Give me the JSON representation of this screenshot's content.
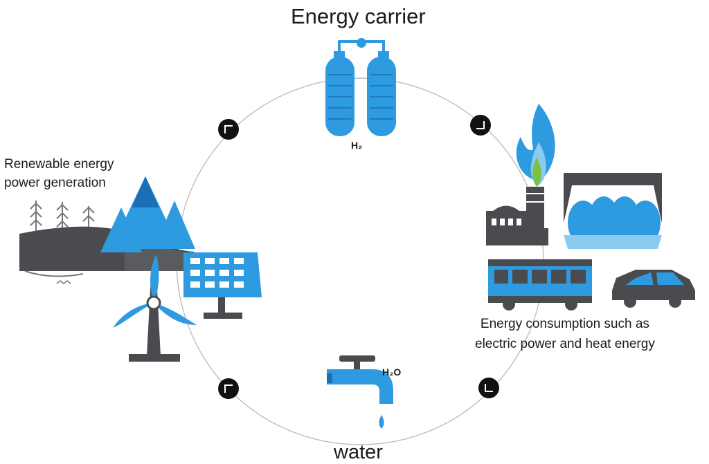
{
  "labels": {
    "energy_carrier": "Energy carrier",
    "water": "water",
    "renewable_line1": "Renewable energy",
    "renewable_line2": "power generation",
    "consumption_line1": "Energy consumption such as",
    "consumption_line2": "electric power and heat energy"
  },
  "chemicals": {
    "hydrogen": "H₂",
    "water": "H₂O"
  },
  "icons": {
    "tanks": "hydrogen-tanks-icon",
    "flame": "gas-flame-icon",
    "factory": "factory-icon",
    "power_plant": "power-plant-icon",
    "bus": "bus-icon",
    "car": "car-icon",
    "wind_turbine": "wind-turbine-icon",
    "solar_panel": "solar-panel-icon",
    "trees": "trees-icon",
    "faucet": "water-faucet-icon",
    "direction_markers": "direction-marker-icon"
  },
  "colors": {
    "primary_blue": "#2e9be0",
    "dark_blue": "#1b6fb5",
    "light_blue": "#8ccbf1",
    "dark_gray": "#4a4b4f",
    "green_flame": "#7bc143",
    "cycle_line": "#bbbbbb",
    "marker_bg": "#111111"
  }
}
